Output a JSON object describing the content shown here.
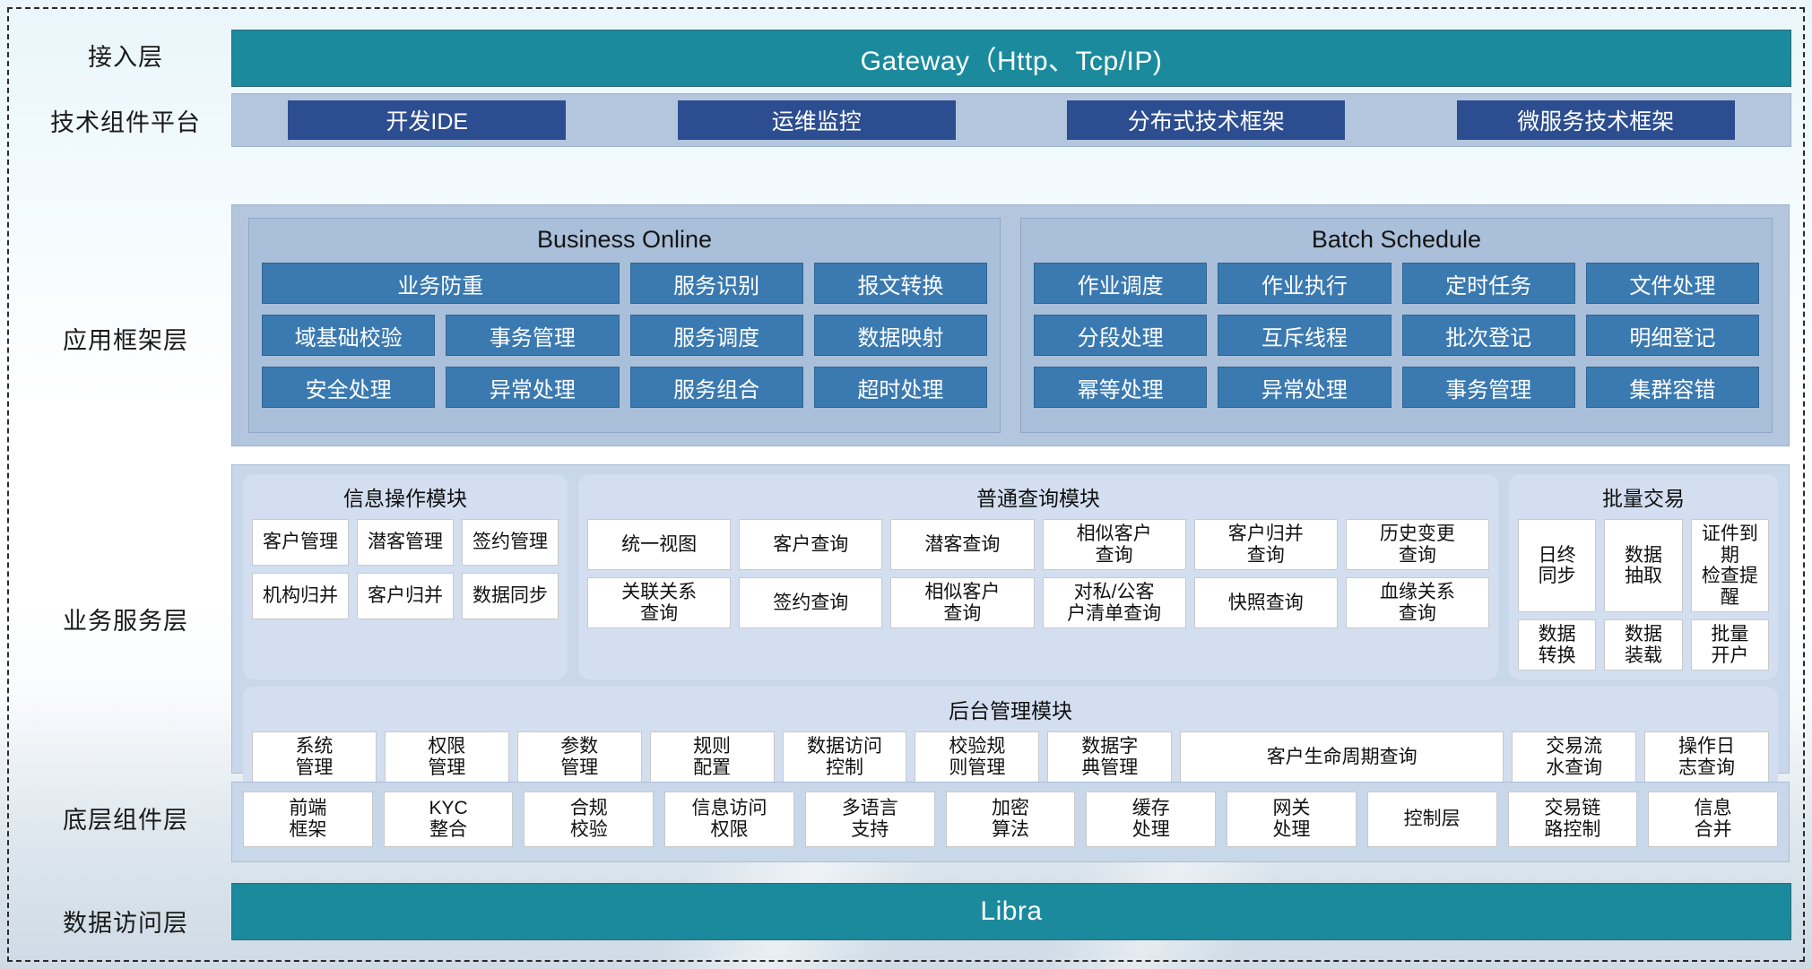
{
  "layers": [
    {
      "label": "接入层"
    },
    {
      "label": "技术组件平台"
    },
    {
      "label": "应用框架层"
    },
    {
      "label": "业务服务层"
    },
    {
      "label": "底层组件层"
    },
    {
      "label": "数据访问层"
    }
  ],
  "gateway": {
    "title": "Gateway（Http、Tcp/IP)",
    "color": "#1b8a9c"
  },
  "tech_platform": {
    "chips": [
      "开发IDE",
      "运维监控",
      "分布式技术框架",
      "微服务技术框架"
    ],
    "chip_color": "#2c4d90",
    "band_color": "#b3c6dd"
  },
  "app_framework": {
    "panels": [
      {
        "title": "Business Online",
        "rows": [
          [
            {
              "label": "业务防重",
              "span": 2
            },
            {
              "label": "服务识别",
              "span": 1
            },
            {
              "label": "报文转换",
              "span": 1
            }
          ],
          [
            {
              "label": "域基础校验",
              "span": 1
            },
            {
              "label": "事务管理",
              "span": 1
            },
            {
              "label": "服务调度",
              "span": 1
            },
            {
              "label": "数据映射",
              "span": 1
            }
          ],
          [
            {
              "label": "安全处理",
              "span": 1
            },
            {
              "label": "异常处理",
              "span": 1
            },
            {
              "label": "服务组合",
              "span": 1
            },
            {
              "label": "超时处理",
              "span": 1
            }
          ]
        ]
      },
      {
        "title": "Batch Schedule",
        "rows": [
          [
            {
              "label": "作业调度",
              "span": 1
            },
            {
              "label": "作业执行",
              "span": 1
            },
            {
              "label": "定时任务",
              "span": 1
            },
            {
              "label": "文件处理",
              "span": 1
            }
          ],
          [
            {
              "label": "分段处理",
              "span": 1
            },
            {
              "label": "互斥线程",
              "span": 1
            },
            {
              "label": "批次登记",
              "span": 1
            },
            {
              "label": "明细登记",
              "span": 1
            }
          ],
          [
            {
              "label": "幂等处理",
              "span": 1
            },
            {
              "label": "异常处理",
              "span": 1
            },
            {
              "label": "事务管理",
              "span": 1
            },
            {
              "label": "集群容错",
              "span": 1
            }
          ]
        ]
      }
    ],
    "cell_color": "#3b7ab0"
  },
  "business_service": {
    "info_module": {
      "title": "信息操作模块",
      "rows": [
        [
          "客户管理",
          "潜客管理",
          "签约管理"
        ],
        [
          "机构归并",
          "客户归并",
          "数据同步"
        ]
      ]
    },
    "query_module": {
      "title": "普通查询模块",
      "rows": [
        [
          "统一视图",
          "客户查询",
          "潜客查询",
          "相似客户\n查询",
          "客户归并\n查询",
          "历史变更\n查询"
        ],
        [
          "关联关系\n查询",
          "签约查询",
          "相似客户\n查询",
          "对私/公客\n户清单查询",
          "快照查询",
          "血缘关系\n查询"
        ]
      ]
    },
    "batch_module": {
      "title": "批量交易",
      "rows": [
        [
          "日终\n同步",
          "数据\n抽取",
          "证件到期\n检查提醒"
        ],
        [
          "数据\n转换",
          "数据\n装载",
          "批量\n开户"
        ]
      ]
    },
    "admin_module": {
      "title": "后台管理模块",
      "cells": [
        "系统\n管理",
        "权限\n管理",
        "参数\n管理",
        "规则\n配置",
        "数据访问\n控制",
        "校验规\n则管理",
        "数据字\n典管理",
        "客户生命周期查询",
        "交易流\n水查询",
        "操作日\n志查询"
      ]
    }
  },
  "bottom_components": {
    "cells": [
      "前端\n框架",
      "KYC\n整合",
      "合规\n校验",
      "信息访问\n权限",
      "多语言\n支持",
      "加密\n算法",
      "缓存\n处理",
      "网关\n处理",
      "控制层",
      "交易链\n路控制",
      "信息\n合并"
    ]
  },
  "data_access": {
    "title": "Libra",
    "color": "#1b8a9c"
  }
}
